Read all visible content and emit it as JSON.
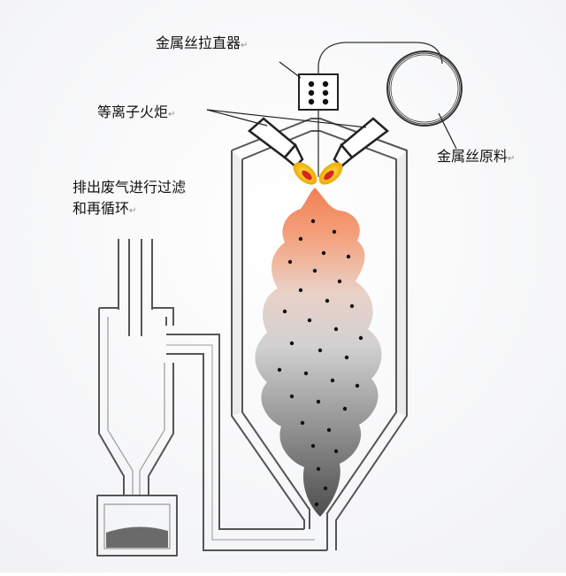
{
  "labels": {
    "wire_straightener": "金属丝拉直器",
    "plasma_torch": "等离子火炬",
    "wire_feedstock": "金属丝原料",
    "exhaust_line1": "排出废气进行过滤",
    "exhaust_line2": "和再循环",
    "return_mark": "↵"
  },
  "colors": {
    "pipe_fill": "#ececec",
    "pipe_stroke": "#555555",
    "torch_outline": "#222222",
    "flame_outer": "#f2b400",
    "flame_inner": "#d8261c",
    "plume_hot": "#f07a4a",
    "plume_cool": "#444444",
    "particle": "#111111",
    "powder": "#666666"
  }
}
